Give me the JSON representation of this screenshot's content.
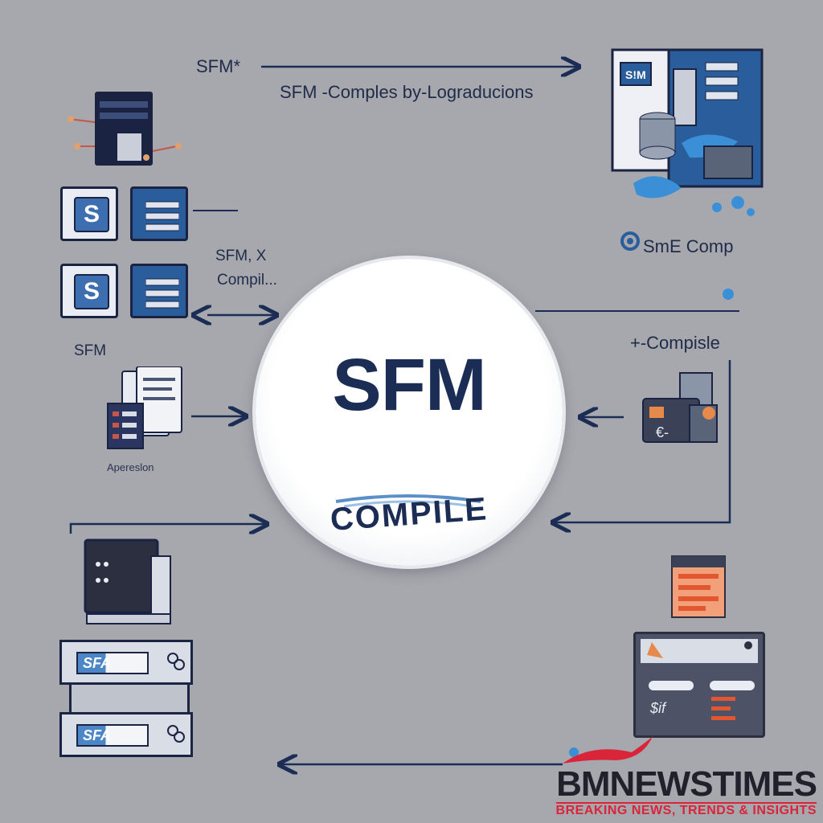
{
  "hub": {
    "title": "SFM",
    "subtitle": "COMPILE"
  },
  "labels": {
    "top_left": "SFM*",
    "top_caption": "SFM -Comples by-Lograducions",
    "top_right_caption": "SmE Comp",
    "left_mid_line1": "SFM, X",
    "left_mid_line2": "Compil...",
    "left_tiles": "SFM",
    "left_app": "Apereslon",
    "right_mid": "+-Compisle"
  },
  "tiles": {
    "s_letter": "S"
  },
  "bars": [
    {
      "label": "SFA"
    },
    {
      "label": "SFA"
    }
  ],
  "right_card": {
    "label": "$if"
  },
  "right_small": {
    "label": "€-"
  },
  "brand": {
    "main": "BMNEWSTIMES",
    "tagline": "BREAKING NEWS, TRENDS & INSIGHTS"
  },
  "colors": {
    "background": "#a6a8ad",
    "navy": "#1b2d55",
    "accent_red": "#d9243a",
    "blue": "#2a5d9b"
  }
}
